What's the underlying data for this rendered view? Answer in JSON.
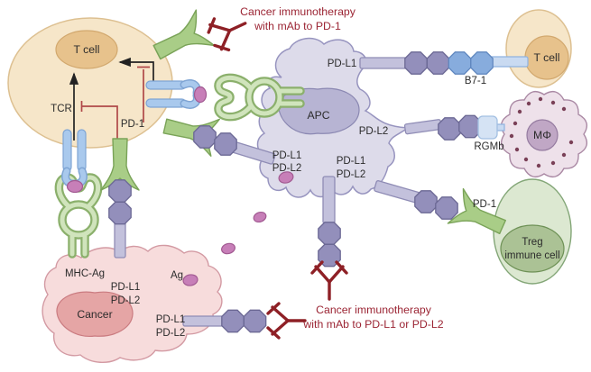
{
  "titles": {
    "mab_pd1": {
      "line1": "Cancer immunotherapy",
      "line2": "with mAb to PD-1"
    },
    "mab_pdl": {
      "line1": "Cancer immunotherapy",
      "line2": "with mAb to PD-L1 or PD-L2"
    }
  },
  "cells": {
    "t_cell_main": "T cell",
    "t_cell_small": "T cell",
    "apc": "APC",
    "macrophage": "MΦ",
    "treg_line1": "Treg",
    "treg_line2": "immune cell",
    "cancer": "Cancer"
  },
  "labels": {
    "tcr": "TCR",
    "pd1_tcell": "PD-1",
    "pdl1_apc": "PD-L1",
    "pdl2_apc": "PD-L2",
    "b71": "B7-1",
    "rgmb": "RGMb",
    "apc_left_l1": "PD-L1",
    "apc_left_l2": "PD-L2",
    "apc_mid_l1": "PD-L1",
    "apc_mid_l2": "PD-L2",
    "pd1_treg": "PD-1",
    "mhc_ag": "MHC-Ag",
    "cancer_mid_l1": "PD-L1",
    "cancer_mid_l2": "PD-L2",
    "ag": "Ag",
    "cancer_right_l1": "PD-L1",
    "cancer_right_l2": "PD-L2"
  },
  "colors": {
    "t_cell_fill": "#f6e6c9",
    "t_nucleus_fill": "#e7c28c",
    "apc_fill": "#dddbea",
    "apc_nucleus_fill": "#b7b4d3",
    "macrophage_fill": "#eee1ea",
    "macrophage_nucleus_fill": "#c0a7c5",
    "treg_fill": "#dce8d1",
    "treg_nucleus_fill": "#abc295",
    "cancer_fill": "#f7dcdc",
    "cancer_nucleus_fill": "#e5a5a5",
    "antibody": "#8e2026",
    "pd1_receptor": "#a9cd87",
    "ligand_chain": "#938fbb",
    "b71_chain": "#87acdd",
    "rgmb_fill": "#d5e3f4",
    "antigen": "#c77fb8",
    "title_text": "#9b2433",
    "inhibition_line": "#b04848",
    "activation_line": "#222222"
  }
}
